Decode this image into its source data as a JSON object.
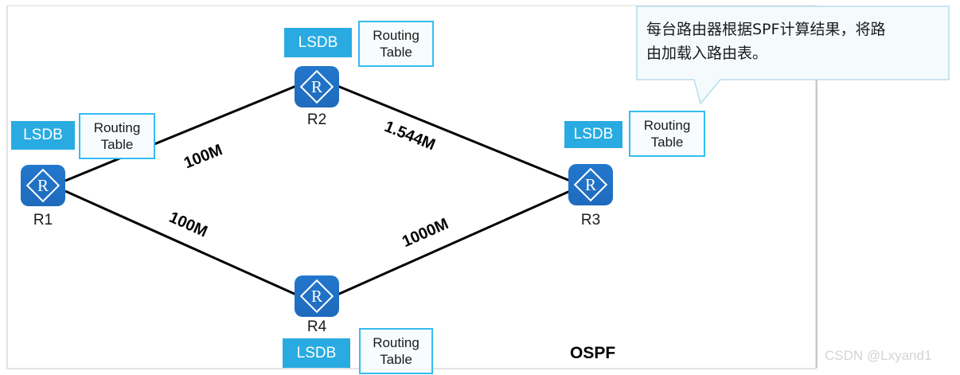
{
  "diagram": {
    "title_label": "OSPF",
    "watermark": "CSDN @Lxyand1",
    "callout": {
      "line1": "每台路由器根据SPF计算结果，将路",
      "line2": "由加载入路由表。"
    },
    "colors": {
      "router_blue": "#1F6FC4",
      "lsdb_blue": "#29ABE2",
      "rtbox_border": "#35bdf0",
      "rtbox_fill": "#f7fcfe",
      "link_black": "#000000",
      "frame_gray": "#e4e4e4",
      "watermark_gray": "#d4d4d4"
    },
    "routers": [
      {
        "id": "R1",
        "label": "R1",
        "icon_letter": "R",
        "lsdb_label": "LSDB",
        "routing_table_label": "Routing\nTable",
        "rt_line1": "Routing",
        "rt_line2": "Table"
      },
      {
        "id": "R2",
        "label": "R2",
        "icon_letter": "R",
        "lsdb_label": "LSDB",
        "routing_table_label": "Routing\nTable",
        "rt_line1": "Routing",
        "rt_line2": "Table"
      },
      {
        "id": "R3",
        "label": "R3",
        "icon_letter": "R",
        "lsdb_label": "LSDB",
        "routing_table_label": "Routing\nTable",
        "rt_line1": "Routing",
        "rt_line2": "Table"
      },
      {
        "id": "R4",
        "label": "R4",
        "icon_letter": "R",
        "lsdb_label": "LSDB",
        "routing_table_label": "Routing\nTable",
        "rt_line1": "Routing",
        "rt_line2": "Table"
      }
    ],
    "links": [
      {
        "from": "R1",
        "to": "R2",
        "bandwidth": "100M"
      },
      {
        "from": "R2",
        "to": "R3",
        "bandwidth": "1.544M"
      },
      {
        "from": "R1",
        "to": "R4",
        "bandwidth": "100M"
      },
      {
        "from": "R4",
        "to": "R3",
        "bandwidth": "1000M"
      }
    ]
  }
}
